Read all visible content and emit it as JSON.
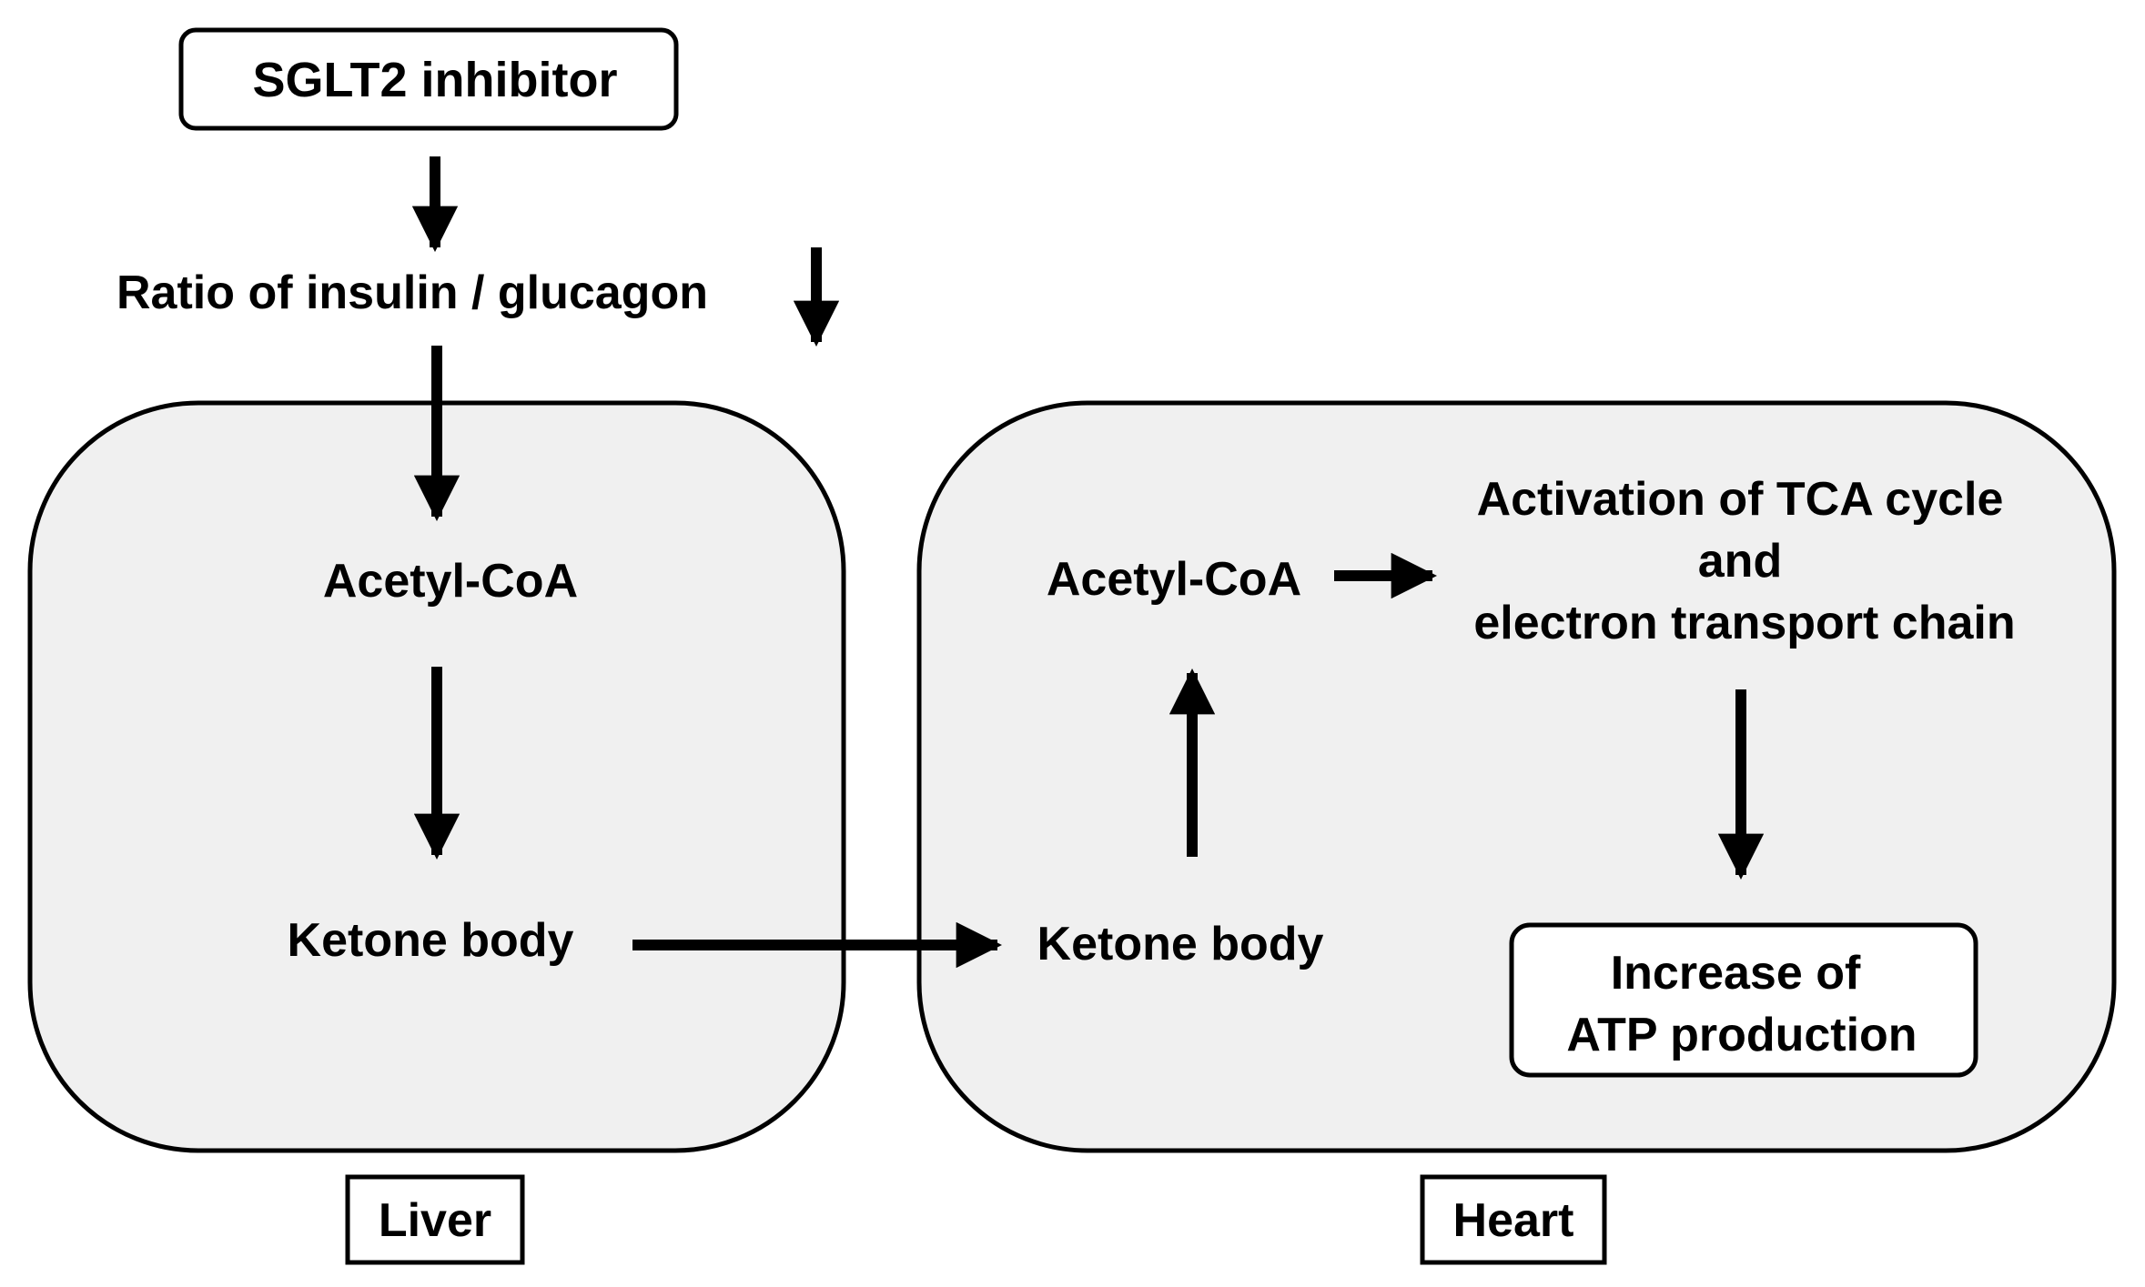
{
  "colors": {
    "compartment_fill": "#f0f0f0",
    "stroke": "#000000",
    "background": "#ffffff"
  },
  "nodes": {
    "sglt2_inhibitor": "SGLT2 inhibitor",
    "insulin_glucagon_ratio": "Ratio of insulin / glucagon",
    "liver_acetyl_coa": "Acetyl-CoA",
    "liver_ketone_body": "Ketone body",
    "heart_acetyl_coa": "Acetyl-CoA",
    "heart_ketone_body": "Ketone body",
    "tca_line1": "Activation of TCA cycle",
    "tca_line2": "and",
    "tca_line3": "electron transport chain",
    "atp_line1": "Increase of",
    "atp_line2": "ATP production"
  },
  "compartments": {
    "liver": "Liver",
    "heart": "Heart"
  },
  "icons": {
    "ratio_change": "down-arrow-icon"
  }
}
